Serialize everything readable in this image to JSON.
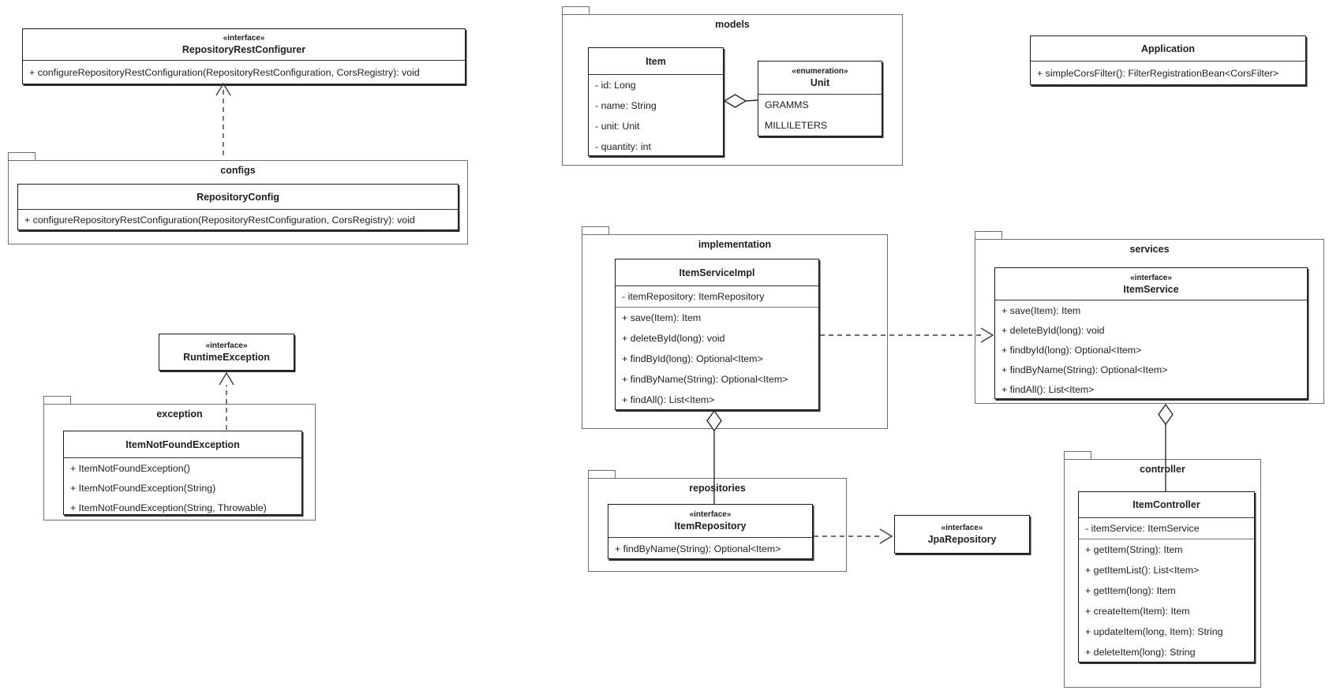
{
  "packages": {
    "configs": "configs",
    "models": "models",
    "exception": "exception",
    "implementation": "implementation",
    "services": "services",
    "repositories": "repositories",
    "controller": "controller"
  },
  "classes": {
    "repositoryRestConfigurer": {
      "stereotype": "«interface»",
      "name": "RepositoryRestConfigurer",
      "methods": [
        "+ configureRepositoryRestConfiguration(RepositoryRestConfiguration, CorsRegistry): void"
      ]
    },
    "repositoryConfig": {
      "name": "RepositoryConfig",
      "methods": [
        "+ configureRepositoryRestConfiguration(RepositoryRestConfiguration, CorsRegistry): void"
      ]
    },
    "runtimeException": {
      "stereotype": "«interface»",
      "name": "RuntimeException"
    },
    "itemNotFoundException": {
      "name": "ItemNotFoundException",
      "methods": [
        "+ ItemNotFoundException()",
        "+ ItemNotFoundException(String)",
        "+ ItemNotFoundException(String, Throwable)"
      ]
    },
    "item": {
      "name": "Item",
      "attributes": [
        "- id: Long",
        "- name: String",
        "- unit: Unit",
        "- quantity: int"
      ]
    },
    "unit": {
      "stereotype": "«enumeration»",
      "name": "Unit",
      "literals": [
        "GRAMMS",
        "MILLILETERS"
      ]
    },
    "itemServiceImpl": {
      "name": "ItemServiceImpl",
      "attributes": [
        "- itemRepository: ItemRepository"
      ],
      "methods": [
        "+ save(Item): Item",
        "+ deleteById(long): void",
        "+ findById(long): Optional<Item>",
        "+ findByName(String): Optional<Item>",
        "+ findAll(): List<Item>"
      ]
    },
    "itemService": {
      "stereotype": "«interface»",
      "name": "ItemService",
      "methods": [
        "+ save(Item): Item",
        "+ deleteById(long): void",
        "+ findbyId(long): Optional<Item>",
        "+ findByName(String): Optional<Item>",
        "+ findAll(): List<Item>"
      ]
    },
    "itemRepository": {
      "stereotype": "«interface»",
      "name": "ItemRepository",
      "methods": [
        "+ findByName(String): Optional<Item>"
      ]
    },
    "jpaRepository": {
      "stereotype": "«interface»",
      "name": "JpaRepository"
    },
    "application": {
      "name": "Application",
      "methods": [
        "+ simpleCorsFilter(): FilterRegistrationBean<CorsFilter>"
      ]
    },
    "itemController": {
      "name": "ItemController",
      "attributes": [
        "- itemService: ItemService"
      ],
      "methods": [
        "+ getItem(String): Item",
        "+ getItemList(): List<Item>",
        "+ getItem(long): Item",
        "+ createItem(Item): Item",
        "+ updateItem(long, Item): String",
        "+ deleteItem(long): String"
      ]
    }
  },
  "connectors": [
    {
      "type": "realization-dashed-open-arrow",
      "from": "RepositoryConfig",
      "to": "RepositoryRestConfigurer"
    },
    {
      "type": "realization-dashed-open-arrow",
      "from": "ItemNotFoundException",
      "to": "RuntimeException"
    },
    {
      "type": "realization-dashed-open-arrow",
      "from": "ItemServiceImpl",
      "to": "ItemService"
    },
    {
      "type": "realization-dashed-open-arrow",
      "from": "ItemRepository",
      "to": "JpaRepository"
    },
    {
      "type": "aggregation-hollow-diamond",
      "from": "ItemServiceImpl",
      "to": "ItemRepository"
    },
    {
      "type": "aggregation-hollow-diamond",
      "from": "ItemService",
      "to": "ItemController"
    },
    {
      "type": "aggregation-hollow-diamond",
      "from": "Item",
      "to": "Unit"
    }
  ],
  "colors": {
    "background": "#ffffff",
    "class_border": "#1a1a1a",
    "package_border": "#6e6e6e",
    "connector_stroke": "#3d3d3d",
    "text": "#212121"
  }
}
